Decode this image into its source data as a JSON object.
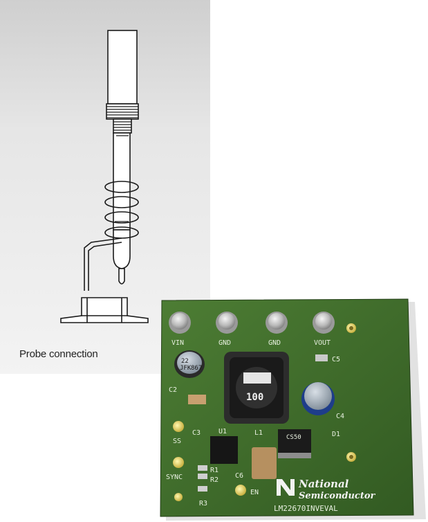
{
  "figure": {
    "caption": "Probe connection"
  },
  "board": {
    "terminals": [
      "VIN",
      "GND",
      "GND",
      "VOUT"
    ],
    "inductor_marking": "100",
    "capacitor_marking_1": "22",
    "capacitor_marking_2": "JFK",
    "capacitor_marking_3": "867",
    "ref_c2": "C2",
    "ref_c3": "C3",
    "ref_c4": "C4",
    "ref_c5": "C5",
    "ref_c6": "C6",
    "ref_d1": "D1",
    "ref_l1": "L1",
    "ref_u1": "U1",
    "ref_r1": "R1",
    "ref_r2": "R2",
    "ref_r3": "R3",
    "pad_ss": "SS",
    "pad_sync": "SYNC",
    "pad_en": "EN",
    "diode_marking": "CS50",
    "brand_line_1": "National",
    "brand_line_2": "Semiconductor",
    "board_name": "LM22670INVEVAL"
  },
  "colors": {
    "pcb": "#3f6b2a",
    "pcb_dark": "#2c4e1d",
    "silkscreen": "#e8f0e0",
    "panel": "#e2e2e2"
  }
}
